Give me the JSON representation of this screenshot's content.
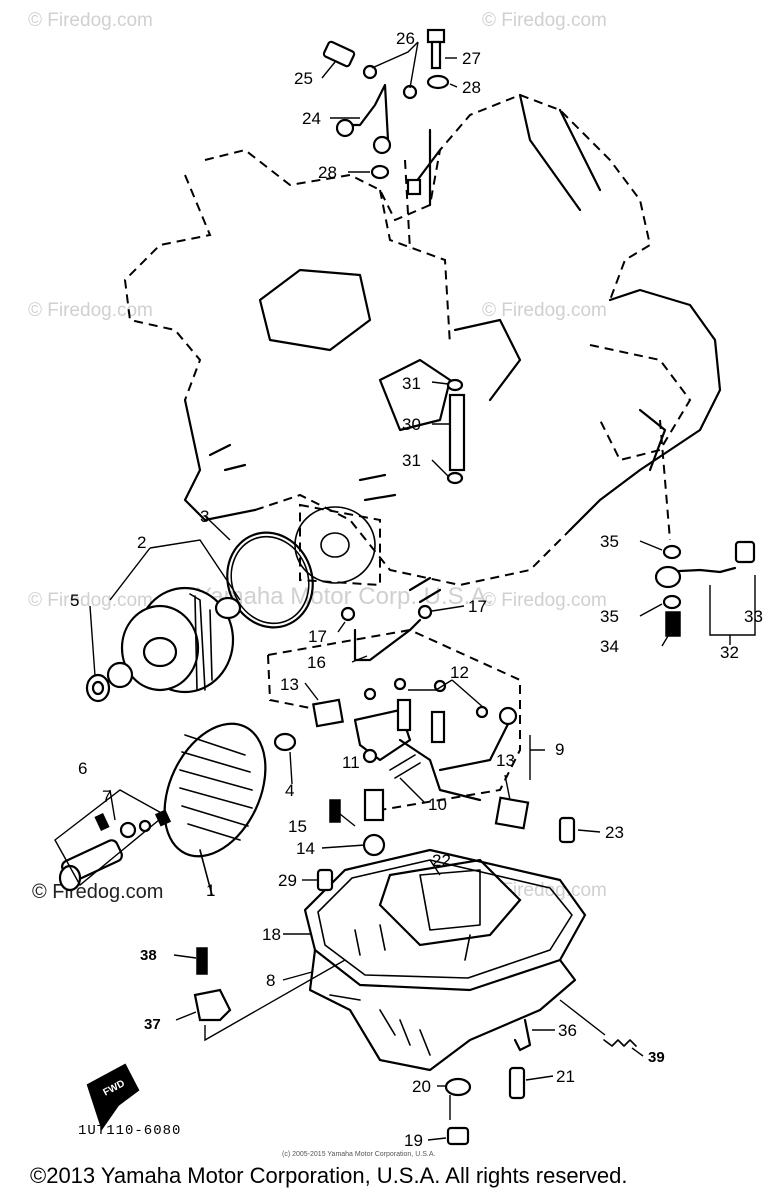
{
  "watermarks": {
    "top_left": "© Firedog.com",
    "top_right": "© Firedog.com",
    "mid_left": "© Firedog.com",
    "mid_right": "© Firedog.com",
    "lower_left": "© Firedog.com",
    "lower_right": "© Firedog.com",
    "center": "Yamaha Motor Corp. U.S.A.",
    "bottom_left": "© Firedog.com"
  },
  "callouts": {
    "n1": "1",
    "n2": "2",
    "n3": "3",
    "n4": "4",
    "n5": "5",
    "n6": "6",
    "n7": "7",
    "n8": "8",
    "n9": "9",
    "n10": "10",
    "n11": "11",
    "n12": "12",
    "n13a": "13",
    "n13b": "13",
    "n14": "14",
    "n15": "15",
    "n16": "16",
    "n17a": "17",
    "n17b": "17",
    "n18": "18",
    "n19": "19",
    "n20": "20",
    "n21": "21",
    "n22": "22",
    "n23": "23",
    "n24": "24",
    "n25": "25",
    "n26": "26",
    "n27": "27",
    "n28a": "28",
    "n28b": "28",
    "n29": "29",
    "n30": "30",
    "n31a": "31",
    "n31b": "31",
    "n32": "32",
    "n33": "33",
    "n34": "34",
    "n35a": "35",
    "n35b": "35",
    "n36": "36",
    "n37": "37",
    "n38": "38",
    "n39": "39"
  },
  "fwd_label": "FWD",
  "diagram_code": "1UT110-6080",
  "small_credit": "(c) 2005-2015 Yamaha Motor Corporation, U.S.A.",
  "copyright": "©2013 Yamaha Motor Corporation, U.S.A. All rights reserved."
}
